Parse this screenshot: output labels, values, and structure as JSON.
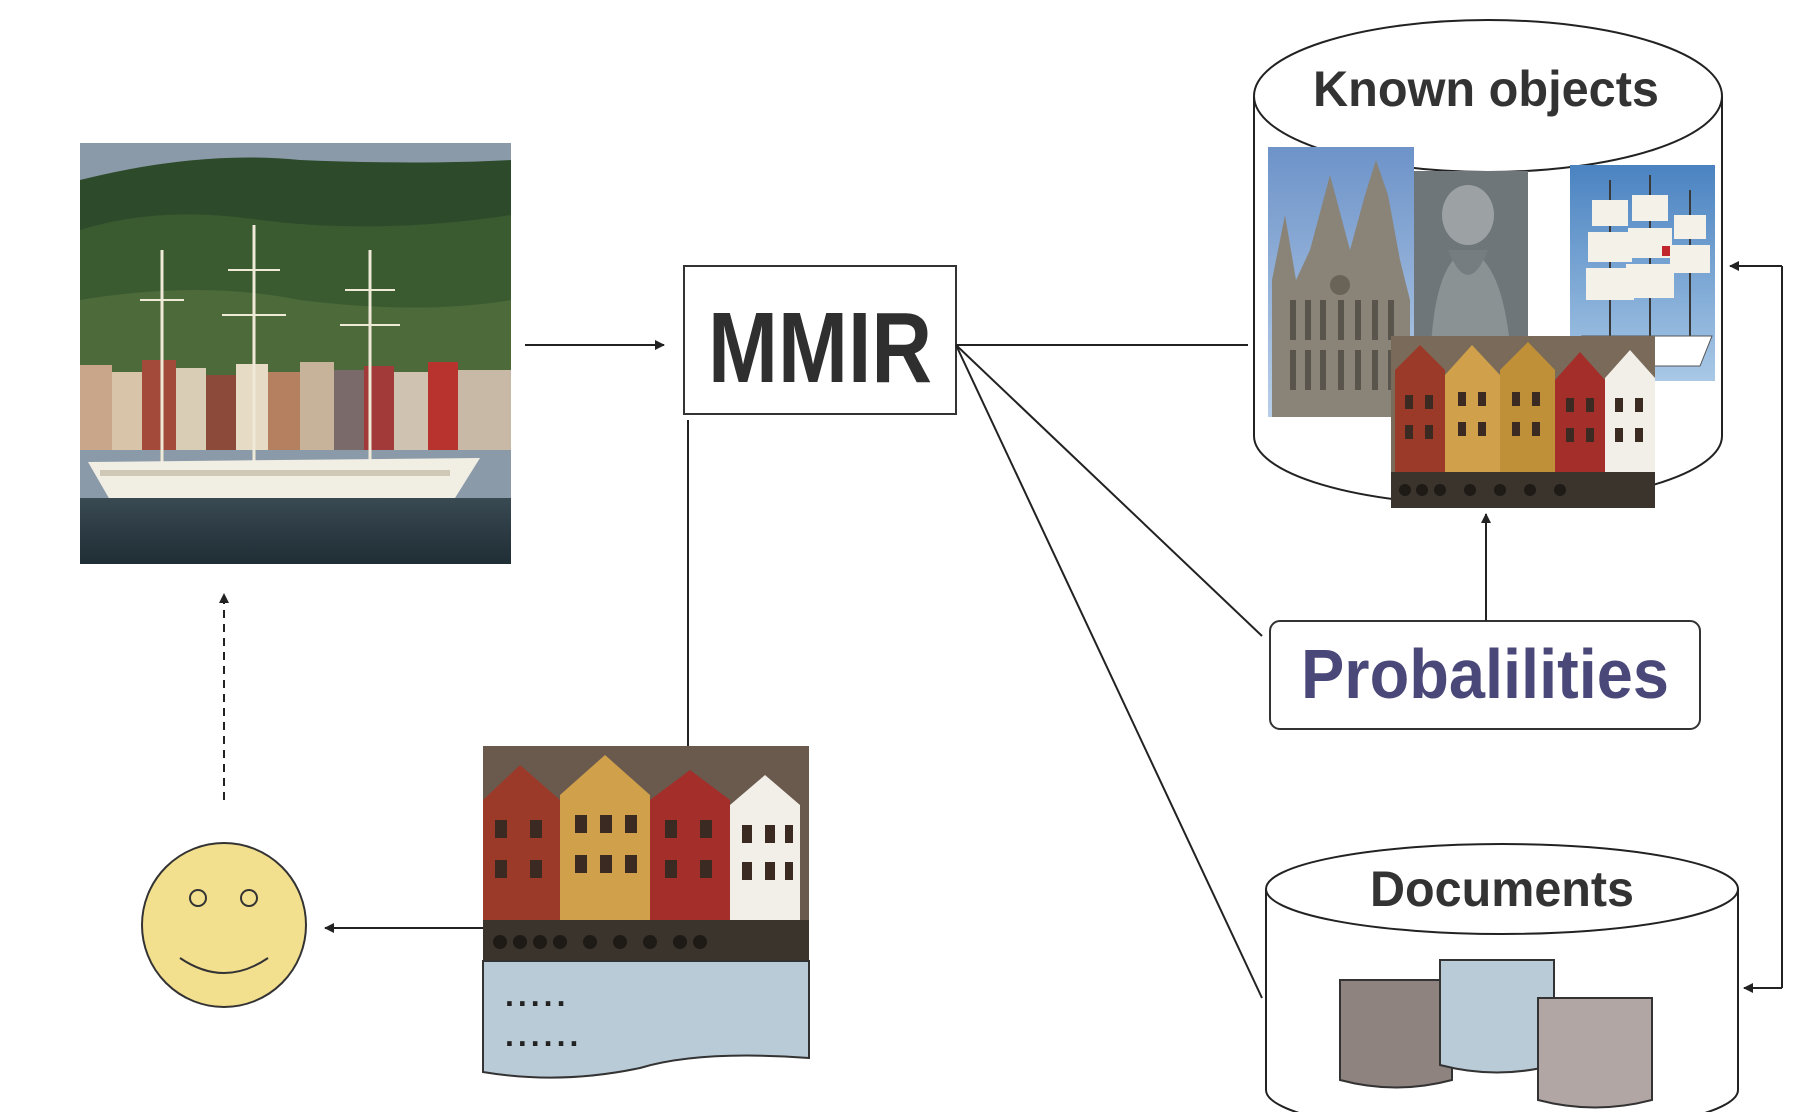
{
  "mmir": {
    "label": "MMIR"
  },
  "known_objects": {
    "label": "Known objects"
  },
  "probabilities": {
    "label": "Probalilities"
  },
  "documents": {
    "label": "Documents"
  },
  "result_doc": {
    "line1": ".....",
    "line2": "......"
  },
  "colors": {
    "probabilities_text": "#4a4878",
    "mmir_text": "#2f2f2f",
    "face_fill": "#f3e08f",
    "doc_fill_light": "#b9cbd6",
    "doc_fill_brown": "#8f8380",
    "doc_fill_grey": "#b1a6a3",
    "water": "#2a3a44",
    "forest": "#2d4a2a"
  },
  "icons": {
    "query_image": "photo-ship-harbor",
    "user": "smiley-face",
    "known_cathedral": "photo-cathedral",
    "known_statue": "photo-statue",
    "known_ship": "photo-tall-ship",
    "known_houses": "photo-wooden-houses",
    "result_houses": "photo-wooden-houses"
  }
}
